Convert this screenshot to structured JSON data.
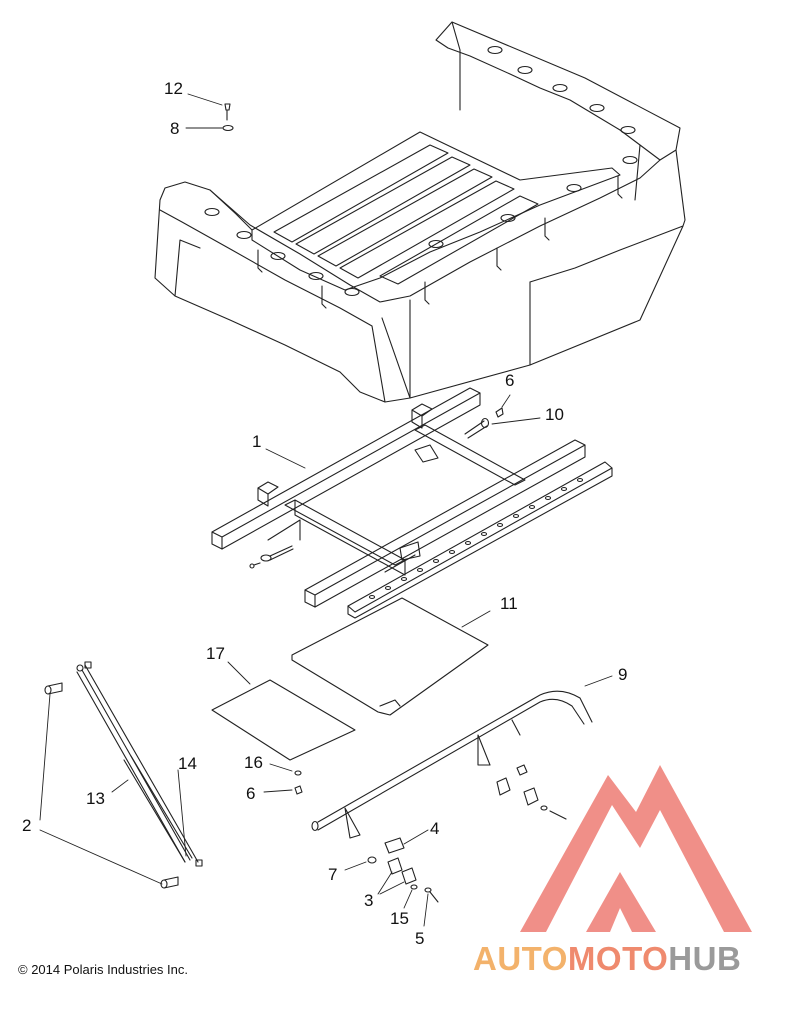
{
  "callouts": {
    "c1": "1",
    "c2": "2",
    "c3": "3",
    "c4": "4",
    "c5": "5",
    "c6a": "6",
    "c6b": "6",
    "c7": "7",
    "c8": "8",
    "c9": "9",
    "c10": "10",
    "c11": "11",
    "c12": "12",
    "c13": "13",
    "c14": "14",
    "c15": "15",
    "c16": "16",
    "c17": "17"
  },
  "footer": {
    "copyright": "© 2014 Polaris Industries Inc."
  },
  "watermark": {
    "brand_part1": "AUTO",
    "brand_part2": "MOTO",
    "brand_part3": "HUB",
    "color_auto": "#f3b26b",
    "color_moto": "#ef8a6e",
    "color_hub": "#9a9a9a",
    "logo_color": "#f08a82"
  }
}
